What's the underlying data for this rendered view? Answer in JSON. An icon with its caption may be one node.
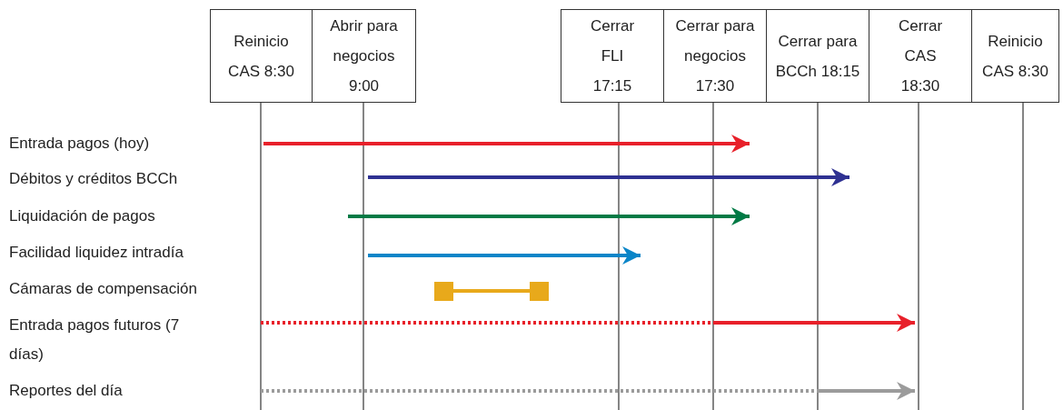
{
  "diagram": {
    "nodes": [
      {
        "text": [
          "Reinicio CAS 8:30"
        ]
      },
      {
        "text": [
          "Abrir para negocios 9:00"
        ]
      },
      {
        "text": [
          "Cerrar FLI 17:15"
        ]
      },
      {
        "text": [
          "Cerrar para negocios 17:30"
        ]
      },
      {
        "text": [
          "Cerrar para BCCh 18:15"
        ]
      },
      {
        "text": [
          "Cerrar CAS 18:30"
        ]
      },
      {
        "text": [
          "Reinicio CAS 8:30"
        ]
      }
    ],
    "labels": [
      "Entrada pagos (hoy)",
      "Débitos y créditos BCCh",
      "Liquidación de pagos",
      "Facilidad liquidez intradía",
      "Cámaras de compensación",
      "Entrada pagos futuros (7 días)",
      "Reportes del día"
    ]
  }
}
